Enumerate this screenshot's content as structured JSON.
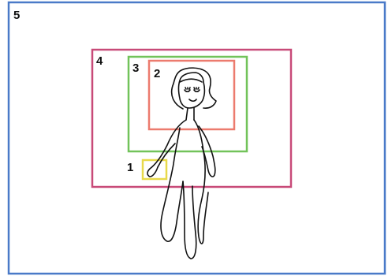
{
  "regions": [
    {
      "id": "1",
      "label": "1",
      "part": "hand",
      "color": "#e8d94a"
    },
    {
      "id": "2",
      "label": "2",
      "part": "head",
      "color": "#ec7b6e"
    },
    {
      "id": "3",
      "label": "3",
      "part": "head-and-shoulders",
      "color": "#72c35a"
    },
    {
      "id": "4",
      "label": "4",
      "part": "upper-body",
      "color": "#c84a78"
    },
    {
      "id": "5",
      "label": "5",
      "part": "whole-image",
      "color": "#4a7ac8"
    }
  ],
  "figure": {
    "description_icon": "girl-line-drawing-icon",
    "stroke_color": "#111111"
  }
}
